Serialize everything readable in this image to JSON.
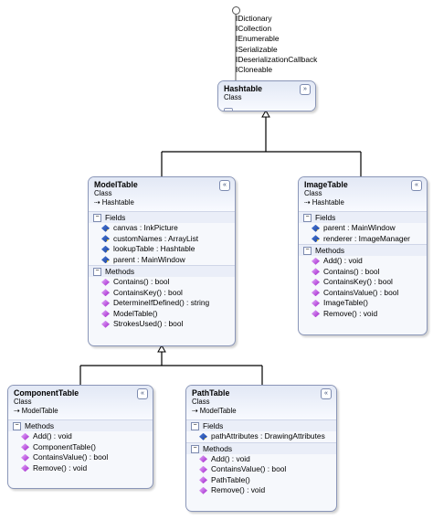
{
  "interfaces": [
    "IDictionary",
    "ICollection",
    "IEnumerable",
    "ISerializable",
    "IDeserializationCallback",
    "ICloneable"
  ],
  "classes": {
    "hashtable": {
      "name": "Hashtable",
      "kind": "Class",
      "collapse_glyph": "»"
    },
    "model_table": {
      "name": "ModelTable",
      "kind": "Class",
      "base": "Hashtable",
      "collapse_glyph": "«",
      "fields_label": "Fields",
      "methods_label": "Methods",
      "fields": [
        "canvas : InkPicture",
        "customNames : ArrayList",
        "lookupTable : Hashtable",
        "parent : MainWindow"
      ],
      "methods": [
        "Contains() : bool",
        "ContainsKey() : bool",
        "DetermineIfDefined() : string",
        "ModelTable()",
        "StrokesUsed() : bool"
      ]
    },
    "image_table": {
      "name": "ImageTable",
      "kind": "Class",
      "base": "Hashtable",
      "collapse_glyph": "«",
      "fields_label": "Fields",
      "methods_label": "Methods",
      "fields": [
        "parent : MainWindow",
        "renderer : ImageManager"
      ],
      "methods": [
        "Add() : void",
        "Contains() : bool",
        "ContainsKey() : bool",
        "ContainsValue() : bool",
        "ImageTable()",
        "Remove() : void"
      ]
    },
    "component_table": {
      "name": "ComponentTable",
      "kind": "Class",
      "base": "ModelTable",
      "collapse_glyph": "«",
      "methods_label": "Methods",
      "methods": [
        "Add() : void",
        "ComponentTable()",
        "ContainsValue() : bool",
        "Remove() : void"
      ]
    },
    "path_table": {
      "name": "PathTable",
      "kind": "Class",
      "base": "ModelTable",
      "collapse_glyph": "«",
      "fields_label": "Fields",
      "methods_label": "Methods",
      "fields": [
        "pathAttributes : DrawingAttributes"
      ],
      "methods": [
        "Add() : void",
        "ContainsValue() : bool",
        "PathTable()",
        "Remove() : void"
      ]
    }
  },
  "section_toggle": "−",
  "base_arrow": "⇢"
}
